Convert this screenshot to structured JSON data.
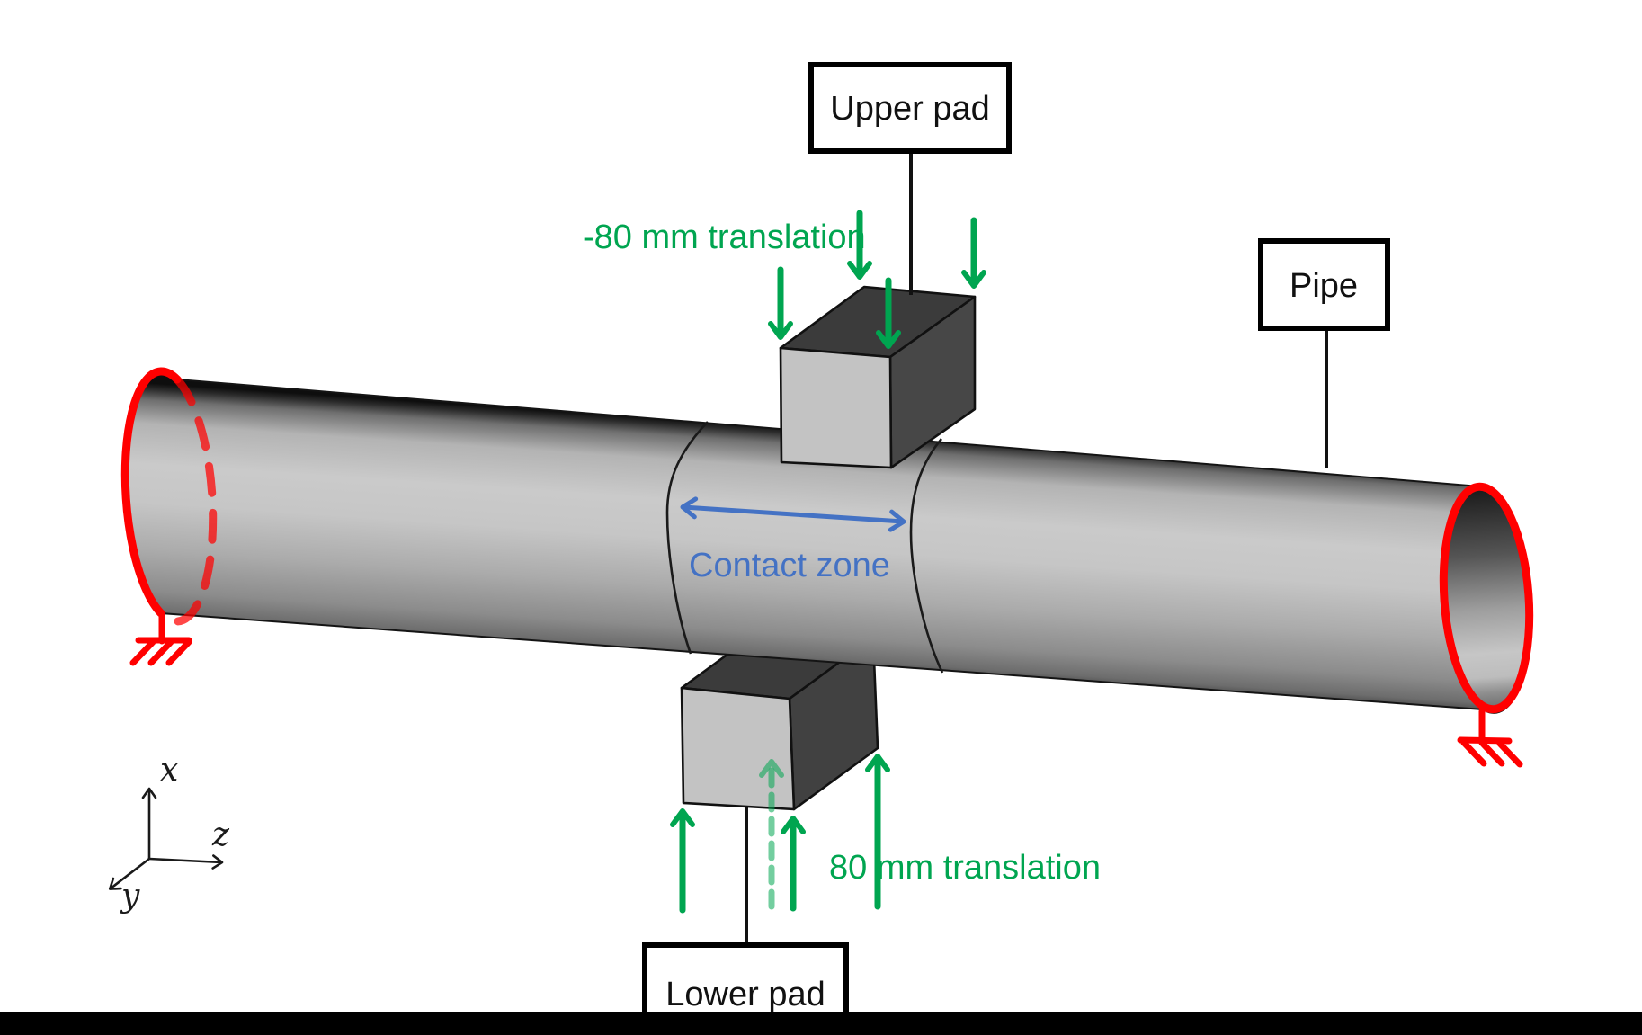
{
  "figure": {
    "description": "3D schematic of a pipe squeezed between two pads (three-point contact setup)",
    "background": "#FFFFFF",
    "bottom_bar_color": "#000000"
  },
  "labels": {
    "upper_pad": "Upper pad",
    "pipe": "Pipe",
    "lower_pad": "Lower pad"
  },
  "annotations": {
    "upper_translation": "-80 mm translation",
    "lower_translation": "80 mm translation",
    "contact_zone": "Contact zone"
  },
  "axes": {
    "x": "x",
    "y": "y",
    "z": "z"
  },
  "colors": {
    "translation_green": "#00A550",
    "contact_blue": "#4472C4",
    "constraint_red": "#FF0000",
    "pad_light_face": "#C3C3C3",
    "pad_dark_top": "#3B3B3B",
    "pad_dark_side": "#464646",
    "label_border": "#000000"
  }
}
